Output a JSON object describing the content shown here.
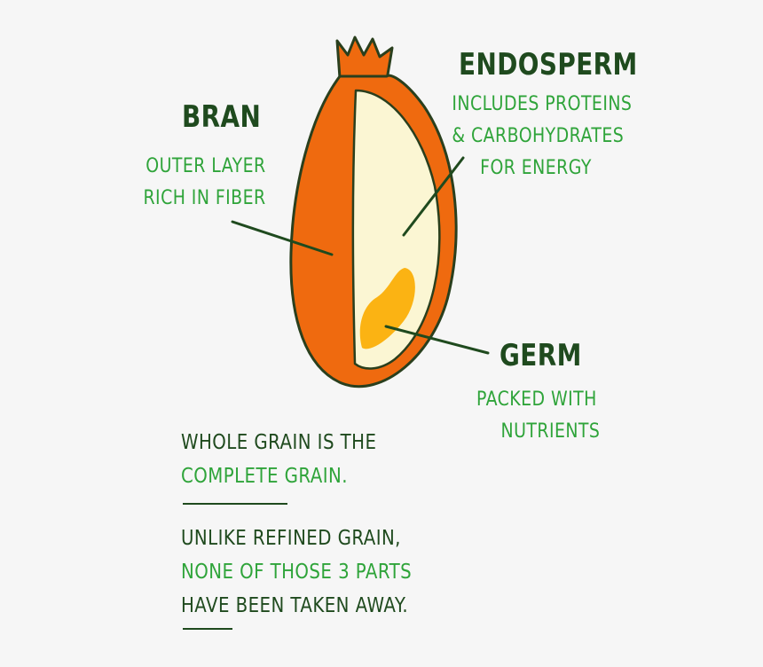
{
  "labels": {
    "bran": {
      "title": "BRAN",
      "desc": [
        "OUTER LAYER",
        "RICH IN FIBER"
      ]
    },
    "endosperm": {
      "title": "ENDOSPERM",
      "desc": [
        "INCLUDES PROTEINS",
        "& CARBOHYDRATES",
        "FOR ENERGY"
      ]
    },
    "germ": {
      "title": "GERM",
      "desc": [
        "PACKED WITH",
        "NUTRIENTS"
      ]
    }
  },
  "notes": {
    "first": {
      "line1": "WHOLE GRAIN IS THE",
      "line2": "COMPLETE GRAIN."
    },
    "second": {
      "line1": "UNLIKE REFINED GRAIN,",
      "line2": "NONE OF THOSE 3 PARTS",
      "line3": "HAVE BEEN TAKEN AWAY."
    }
  },
  "colors": {
    "bran": "#ef6a0f",
    "outline": "#2a3f1d",
    "endosperm": "#fbf6d3",
    "germ": "#fbb313",
    "heading": "#1f4a1e",
    "text_green": "#2fa43a"
  }
}
